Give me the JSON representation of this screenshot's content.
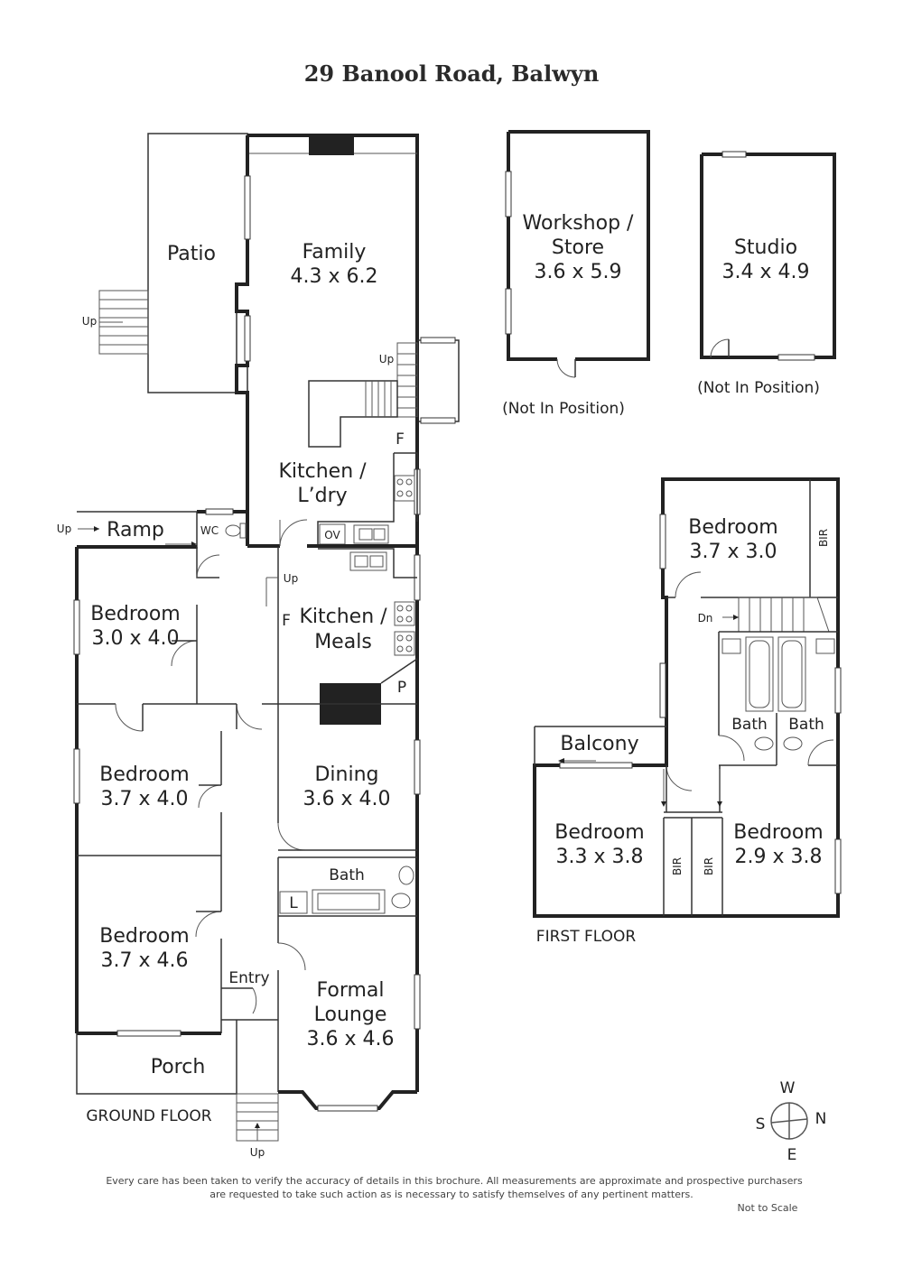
{
  "title": "29 Banool Road, Balwyn",
  "rooms": {
    "patio": "Patio",
    "family_name": "Family",
    "family_dim": "4.3 x 6.2",
    "kitchen_ldry_1": "Kitchen /",
    "kitchen_ldry_2": "L’dry",
    "ramp": "Ramp",
    "wc": "WC",
    "ov": "OV",
    "f1": "F",
    "f2": "F",
    "p": "P",
    "l": "L",
    "kitchen_meals_1": "Kitchen /",
    "kitchen_meals_2": "Meals",
    "bed_a_name": "Bedroom",
    "bed_a_dim": "3.0 x 4.0",
    "bed_b_name": "Bedroom",
    "bed_b_dim": "3.7 x 4.0",
    "bed_c_name": "Bedroom",
    "bed_c_dim": "3.7 x 4.6",
    "dining_name": "Dining",
    "dining_dim": "3.6 x 4.0",
    "bath": "Bath",
    "entry": "Entry",
    "lounge_1": "Formal",
    "lounge_2": "Lounge",
    "lounge_dim": "3.6 x 4.6",
    "porch": "Porch",
    "ground_floor": "GROUND FLOOR",
    "up_1": "Up",
    "up_2": "Up",
    "up_3": "Up",
    "up_4": "Up",
    "up_5": "Up"
  },
  "outbuildings": {
    "workshop_1": "Workshop /",
    "workshop_2": "Store",
    "workshop_dim": "3.6 x 5.9",
    "workshop_note": "(Not In Position)",
    "studio_name": "Studio",
    "studio_dim": "3.4 x 4.9",
    "studio_note": "(Not In Position)"
  },
  "first_floor": {
    "bed_top_name": "Bedroom",
    "bed_top_dim": "3.7 x 3.0",
    "bir_top": "BIR",
    "dn": "Dn",
    "bath_1": "Bath",
    "bath_2": "Bath",
    "balcony": "Balcony",
    "bed_left_name": "Bedroom",
    "bed_left_dim": "3.3 x 3.8",
    "bed_right_name": "Bedroom",
    "bed_right_dim": "2.9 x 3.8",
    "bir_left": "BIR",
    "bir_right": "BIR",
    "label": "FIRST FLOOR"
  },
  "compass": {
    "w": "W",
    "s": "S",
    "n": "N",
    "e": "E"
  },
  "disclaimer_1": "Every care has been taken to verify the accuracy of details in this brochure. All measurements are approximate and prospective purchasers",
  "disclaimer_2": "are requested to take such action as is necessary to satisfy themselves of any pertinent matters.",
  "not_to_scale": "Not to Scale"
}
